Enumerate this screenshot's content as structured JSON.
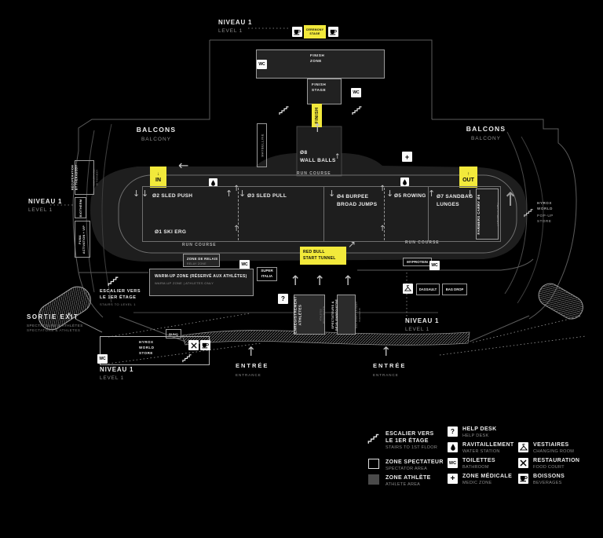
{
  "colors": {
    "accent_yellow": "#F2E93B",
    "athlete_area_fill": "#1E1E1E",
    "legend_athlete_fill": "#4A4A4A",
    "outline_gray": "#5C5C5C"
  },
  "icons": {
    "up": "↑",
    "down": "↓",
    "left": "←",
    "ne": "↗",
    "nw": "↖"
  },
  "navigation": {
    "niveau": "NIVEAU 1",
    "level": "LEVEL 1",
    "entree": "ENTRÉE",
    "entrance": "ENTRANCE",
    "sortie": "SORTIE EXIT",
    "sortie_sub_fr": "SPECTATEURS & ATHLÈTES",
    "sortie_sub_en": "SPECTATORS & ATHLETES",
    "stairs_fr": "ESCALIER VERS\nLE 1ER ÉTAGE",
    "stairs_en": "STAIRS TO LEVEL 1",
    "wc": "WC",
    "help": "?",
    "medic": "+",
    "balcons": "BALCONS",
    "balcony": "BALCONY"
  },
  "top": {
    "ceremony_stage": "CEREMONY\nSTAGE"
  },
  "finish": {
    "zone": "FINISH\nZONE",
    "stage": "FINISH\nSTAGE",
    "banner": "FINISH"
  },
  "stations": {
    "s1": "Ø1 SKI ERG",
    "s2": "Ø2 SLED PUSH",
    "s3": "Ø3 SLED PULL",
    "s4": "Ø4 BURPEE\nBROAD JUMPS",
    "s5": "Ø5 ROWING",
    "s6": "FARMERS CARRY Ø6",
    "s7": "Ø7 SANDBAG\nLUNGES",
    "s8": "Ø8\nWALL BALLS"
  },
  "course": {
    "run_course": "RUN COURSE",
    "in_label": "IN",
    "out_label": "OUT",
    "start_tunnel": "RED BULL\nSTART TUNNEL",
    "relay_fr": "ZONE DE RELAIS",
    "relay_en": "RELAY ZONE",
    "laps": "( 2 TOURS / 2 LAPS )"
  },
  "zones": {
    "warmup_fr": "WARM-UP ZONE (RÉSERVÉ AUX ATHLÈTES)",
    "warmup_en": "WARM-UP ZONE | ATHLETES ONLY",
    "reg_ath_fr": "ENREGISTREMENT\nATHLÈTES",
    "reg_ath_en": "ATHLETES\nREGISTRATION",
    "reg_spec_fr": "SPECTATEURS &\nDÉJÀ ENREGISTRÉ",
    "reg_spec_en": "SPECTATORS & ALREADY\nCHECKED-IN"
  },
  "sponsors": {
    "maybelline": "MAYBELLINE",
    "biotherm": "BIOTHERM",
    "puma": "PUMA\nACTIVATION + VIP",
    "therabody_fr": "RÉCUPÉRATION\nBY THERABODY",
    "therabody_en": "RECOVERY AREA\nBY THERABODY",
    "super_italia": "SUPER\nITALIA",
    "myprotein": "MYPROTEIN",
    "dassault": "DASSAULT",
    "bag_drop": "BAG DROP",
    "bunq": "BUNQ",
    "world_store": "HYROX\nWORLD\nSTORE",
    "popup_1": "HYROX\nWORLD",
    "popup_2": "POP-UP\nSTORE"
  },
  "legend": {
    "stairs_fr": "ESCALIER VERS\nLE 1ER ÉTAGE",
    "stairs_en": "STAIRS TO 1ST FLOOR",
    "spectator_fr": "ZONE SPECTATEUR",
    "spectator_en": "SPECTATOR AREA",
    "athlete_fr": "ZONE ATHLÈTE",
    "athlete_en": "ATHLETE AREA",
    "help_fr": "HELP DESK",
    "help_en": "HELP DESK",
    "water_fr": "RAVITAILLEMENT",
    "water_en": "WATER STATION",
    "wc_fr": "TOILETTES",
    "wc_en": "BATHROOM",
    "medic_fr": "ZONE MÉDICALE",
    "medic_en": "MEDIC ZONE",
    "changing_fr": "VESTIAIRES",
    "changing_en": "CHANGING ROOM",
    "food_fr": "RESTAURATION",
    "food_en": "FOOD COURT",
    "drinks_fr": "BOISSONS",
    "drinks_en": "BEVERAGES"
  }
}
